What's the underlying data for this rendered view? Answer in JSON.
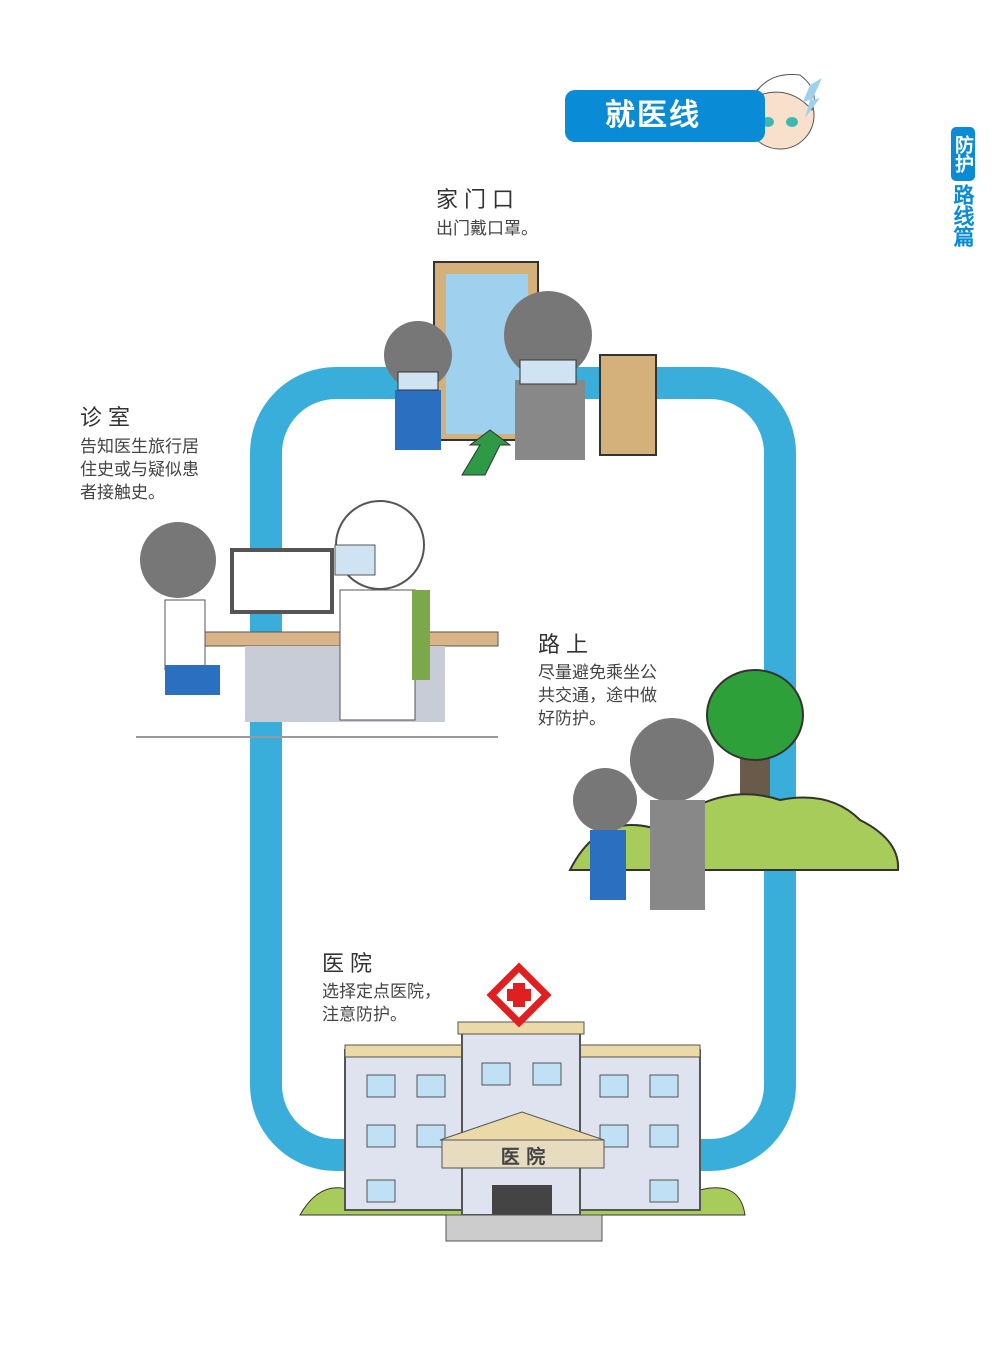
{
  "header": {
    "title": "就医线"
  },
  "side_tab": {
    "highlight": "防护",
    "rest": "路线篇"
  },
  "stops": [
    {
      "title": "家门口",
      "lines": [
        "出门戴口罩。"
      ]
    },
    {
      "title": "诊室",
      "lines": [
        "告知医生旅行居",
        "住史或与疑似患",
        "者接触史。"
      ]
    },
    {
      "title": "路上",
      "lines": [
        "尽量避免乘坐公",
        "共交通，途中做",
        "好防护。"
      ]
    },
    {
      "title": "医院",
      "lines": [
        "选择定点医院，",
        "注意防护。"
      ]
    }
  ],
  "hospital_sign": "医 院",
  "colors": {
    "brand": "#0a8bd6",
    "loop": "#3aaedb",
    "tree": "#2ea03a",
    "bush": "#a8cc5a"
  }
}
